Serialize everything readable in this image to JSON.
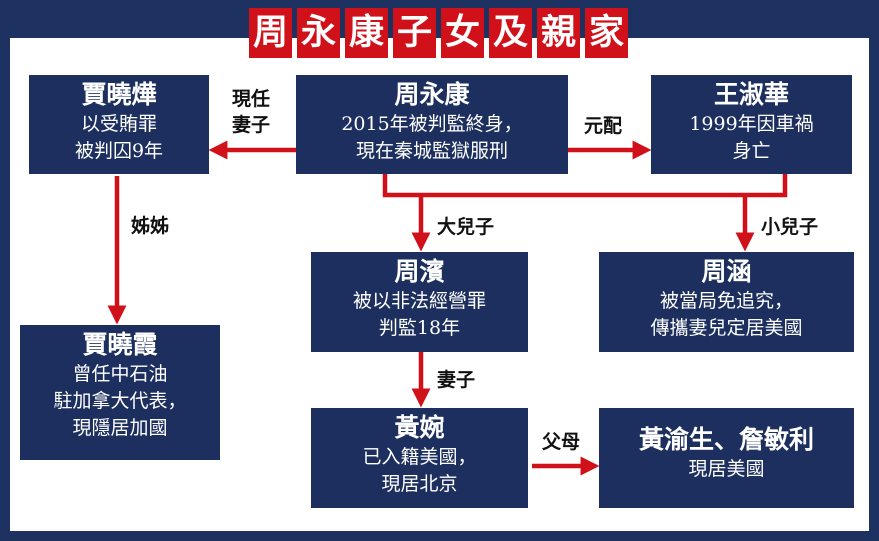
{
  "title_chars": [
    "周",
    "永",
    "康",
    "子",
    "女",
    "及",
    "親",
    "家"
  ],
  "colors": {
    "navy": "#1d2f5e",
    "red": "#d0111a",
    "border": "#1e3262"
  },
  "nodes": {
    "zhou_yongkang": {
      "name": "周永康",
      "desc": [
        "2015年被判監終身，",
        "現在秦城監獄服刑"
      ]
    },
    "jia_xiaoye": {
      "name": "賈曉燁",
      "desc": [
        "以受賄罪",
        "被判囚9年"
      ]
    },
    "wang_shuhua": {
      "name": "王淑華",
      "desc": [
        "1999年因車禍",
        "身亡"
      ]
    },
    "jia_xiaoxia": {
      "name": "賈曉霞",
      "desc": [
        "曾任中石油",
        "駐加拿大代表，",
        "現隱居加國"
      ]
    },
    "zhou_bin": {
      "name": "周濱",
      "desc": [
        "被以非法經營罪",
        "判監18年"
      ]
    },
    "zhou_han": {
      "name": "周涵",
      "desc": [
        "被當局免追究，",
        "傳攜妻兒定居美國"
      ]
    },
    "huang_wan": {
      "name": "黃婉",
      "desc": [
        "已入籍美國，",
        "現居北京"
      ]
    },
    "huang_parents": {
      "name": "黃渝生、詹敏利",
      "desc": [
        "現居美國"
      ]
    }
  },
  "labels": {
    "current_wife": [
      "現任",
      "妻子"
    ],
    "first_wife": "元配",
    "elder_sister": "姊姊",
    "elder_son": "大兒子",
    "younger_son": "小兒子",
    "wife": "妻子",
    "parents": "父母"
  }
}
